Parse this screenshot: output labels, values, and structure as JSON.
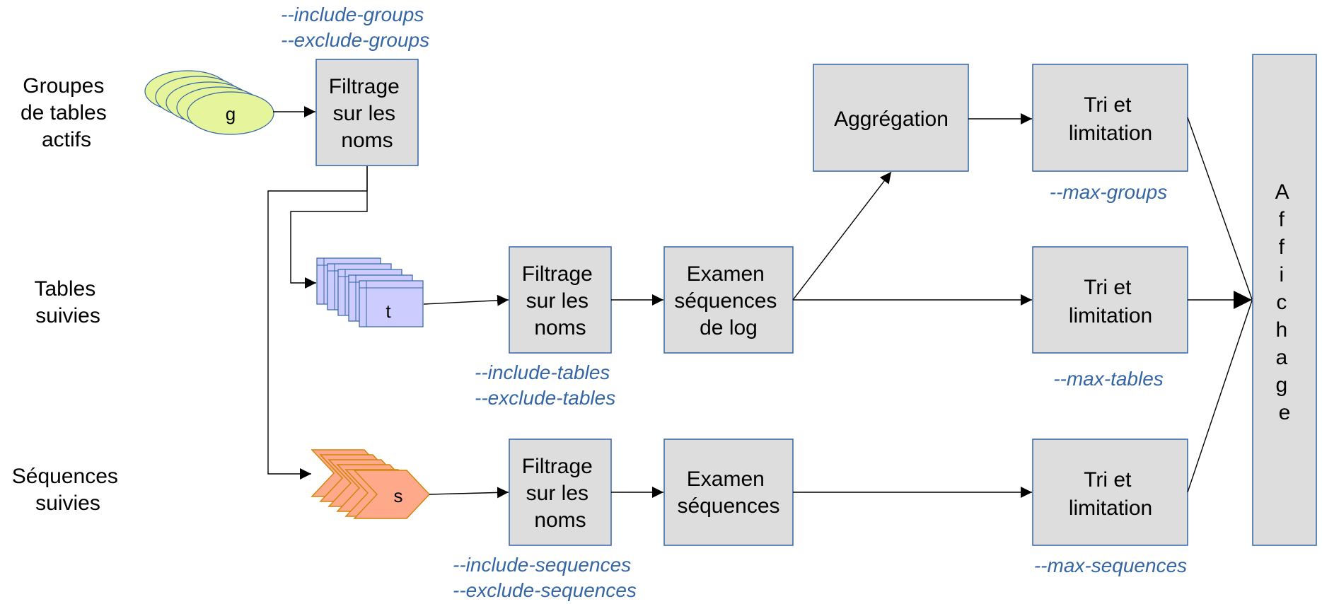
{
  "rows": {
    "groups": [
      "Groupes",
      "de tables",
      "actifs"
    ],
    "tables": [
      "Tables",
      "suivies"
    ],
    "sequences": [
      "Séquences",
      "suivies"
    ]
  },
  "icons": {
    "group_letter": "g",
    "table_letter": "t",
    "sequence_letter": "s",
    "group_color": "#e6f59c",
    "table_color": "#ccccff",
    "sequence_color": "#ffa98b"
  },
  "boxes": {
    "filter_groups": [
      "Filtrage",
      "sur les",
      "noms"
    ],
    "filter_tables": [
      "Filtrage",
      "sur les",
      "noms"
    ],
    "filter_sequences": [
      "Filtrage",
      "sur les",
      "noms"
    ],
    "exam_log": [
      "Examen",
      "séquences",
      "de log"
    ],
    "exam_sequences": [
      "Examen",
      "séquences"
    ],
    "aggregation": "Aggrégation",
    "sort_groups": [
      "Tri et",
      "limitation"
    ],
    "sort_tables": [
      "Tri et",
      "limitation"
    ],
    "sort_sequences": [
      "Tri et",
      "limitation"
    ],
    "display": [
      "A",
      "f",
      "f",
      "i",
      "c",
      "h",
      "a",
      "g",
      "e"
    ]
  },
  "options": {
    "groups": [
      "--include-groups",
      "--exclude-groups"
    ],
    "tables": [
      "--include-tables",
      "--exclude-tables"
    ],
    "sequences": [
      "--include-sequences",
      "--exclude-sequences"
    ],
    "max_groups": "--max-groups",
    "max_tables": "--max-tables",
    "max_sequences": "--max-sequences"
  },
  "colors": {
    "box_fill": "#dddddd",
    "box_stroke": "#3465a4",
    "option_text": "#3465a4"
  }
}
